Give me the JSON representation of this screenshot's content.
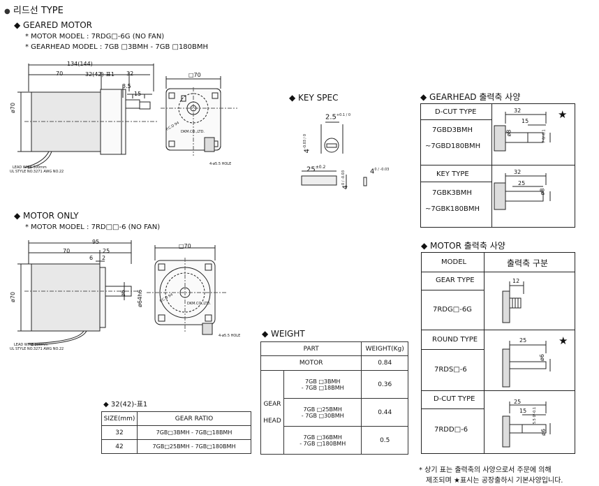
{
  "header": {
    "bullet": "●",
    "title": "리드선 TYPE"
  },
  "geared": {
    "title": "◆ GEARED MOTOR",
    "motor_model": "* MOTOR MODEL : 7RDG□-6G (NO FAN)",
    "gearhead_model": "* GEARHEAD MODEL : 7GB □3BMH - 7GB □180BMH",
    "dims": {
      "total": "134(144)",
      "d70": "70",
      "d32_42": "32(42)-표1",
      "d32": "32",
      "d3_5": "3.5",
      "d15": "15",
      "side": "□70",
      "dia70": "ø70",
      "hole": "4-ø5.5 HOLE",
      "lead1": "LEAD WIRE 300mm",
      "lead2": "UL STYLE NO.3271 AWG NO.22",
      "pcd": "P.C.D 94",
      "logo": "DKM.CO.,LTD."
    }
  },
  "key_spec": {
    "title": "◆ KEY SPEC",
    "d2_5": "2.5",
    "d2_5_tol": "+0.1 / 0",
    "d4_a": "4",
    "d4_a_tol": "-0.03 / 0",
    "d25": "25",
    "d25_tol": "±0.2",
    "d4_b": "4",
    "d4_b_tol": "0 / -0.03",
    "d4_c": "4",
    "d4_c_tol": "0 / -0.03"
  },
  "gearhead_shaft": {
    "title": "◆ GEARHEAD 출력축 사양",
    "rows": [
      {
        "type": "D-CUT TYPE",
        "model1": "7GBD3BMH",
        "model2": "~7GBD180BMH",
        "d32": "32",
        "d15": "15",
        "dia": "ø8",
        "d7": "7 0/-0.1",
        "star": "★"
      },
      {
        "type": "KEY TYPE",
        "model1": "7GBK3BMH",
        "model2": "~7GBK180BMH",
        "d32": "32",
        "d25": "25",
        "dia": "ø8"
      }
    ]
  },
  "motor_only": {
    "title": "◆ MOTOR ONLY",
    "motor_model": "* MOTOR MODEL : 7RD□□-6 (NO FAN)",
    "dims": {
      "d95": "95",
      "d70": "70",
      "d25": "25",
      "d6": "6",
      "d2": "2",
      "side": "□70",
      "dia70": "ø70",
      "dia64": "ø64h6",
      "dia6": "ø6",
      "hole": "4-ø5.5 HOLE",
      "lead1": "LEAD WIRE 300mm",
      "lead2": "UL STYLE NO.3271 AWG NO.22",
      "pcd": "P.C.D 94",
      "logo": "DKM.CO.,LTD."
    }
  },
  "weight": {
    "title": "◆ WEIGHT",
    "headers": [
      "PART",
      "WEIGHT(Kg)"
    ],
    "motor_label": "MOTOR",
    "motor_value": "0.84",
    "gear_label1": "GEAR",
    "gear_label2": "HEAD",
    "gear_rows": [
      {
        "a": "7GB □3BMH",
        "b": "- 7GB □18BMH",
        "w": "0.36"
      },
      {
        "a": "7GB □25BMH",
        "b": "- 7GB □30BMH",
        "w": "0.44"
      },
      {
        "a": "7GB □36BMH",
        "b": "- 7GB □180BMH",
        "w": "0.5"
      }
    ]
  },
  "table1": {
    "title": "◆ 32(42)-표1",
    "headers": [
      "SIZE(mm)",
      "GEAR RATIO"
    ],
    "rows": [
      {
        "size": "32",
        "ratio": "7GB□3BMH - 7GB□18BMH"
      },
      {
        "size": "42",
        "ratio": "7GB□25BMH - 7GB□180BMH"
      }
    ]
  },
  "motor_shaft": {
    "title": "◆ MOTOR 출력축 사양",
    "headers": [
      "MODEL",
      "출력축 구분"
    ],
    "rows": [
      {
        "type": "GEAR TYPE",
        "model": "7RDG□-6G",
        "dim": "12"
      },
      {
        "type": "ROUND TYPE",
        "model": "7RDS□-6",
        "dim": "25",
        "dia": "ø6",
        "star": "★"
      },
      {
        "type": "D-CUT TYPE",
        "model": "7RDD□-6",
        "d25": "25",
        "d15": "15",
        "d55": "5.5 0/-0.1",
        "dia": "ø6"
      }
    ]
  },
  "footnote": {
    "line1": "* 상기 표는 출력축의 사양으로서 주문에 의해",
    "line2": "제조되며 ★표시는 공장출하시 기본사양입니다."
  }
}
